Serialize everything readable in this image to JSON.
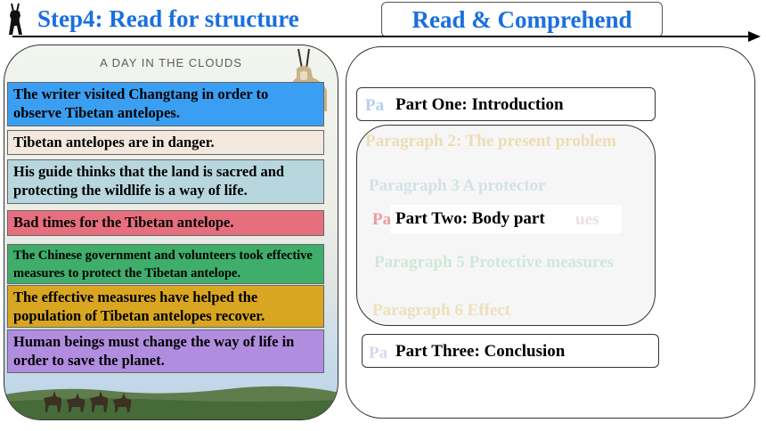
{
  "header": {
    "step_title": "Step4: Read for structure",
    "tab_title": "Read & Comprehend"
  },
  "article": {
    "heading": "A DAY IN THE CLOUDS"
  },
  "statements": [
    {
      "text": "The writer visited Changtang in order to observe Tibetan antelopes.",
      "color": "#3a9ff2"
    },
    {
      "text": "Tibetan antelopes are in danger.",
      "color": "#f3e8de"
    },
    {
      "text": "His guide thinks that the land is sacred and protecting the wildlife is a way of life.",
      "color": "#b8d6de"
    },
    {
      "text": "Bad times for the Tibetan antelope.",
      "color": "#e66f7e"
    },
    {
      "text": "The Chinese government and volunteers took effective measures to protect the Tibetan antelope.",
      "color": "#3fae6b"
    },
    {
      "text": "The effective measures have helped the population of Tibetan antelopes recover.",
      "color": "#d9a622"
    },
    {
      "text": "Human beings must change the way of life in order to save the planet.",
      "color": "#b18de0"
    }
  ],
  "paragraphs": [
    {
      "text": "Paragraph 2: The present problem",
      "color": "#eedcb5"
    },
    {
      "text": "Paragraph 3 A protector",
      "color": "#d3e2e5"
    },
    {
      "text": "Paragraph 5 Protective measures",
      "color": "#cfe8da"
    },
    {
      "text": "Paragraph 6 Effect",
      "color": "#eee0bc"
    }
  ],
  "paragraph_stubs": [
    {
      "text": "Pa",
      "color": "#b7ceee"
    },
    {
      "text": "Pa",
      "color": "#f09aa0"
    },
    {
      "text": "ues",
      "color": "#eedde6"
    },
    {
      "text": "Pa",
      "color": "#dfd2f2"
    }
  ],
  "parts": [
    {
      "label": "Part One: Introduction"
    },
    {
      "label": "Part Two: Body part"
    },
    {
      "label": "Part Three: Conclusion"
    }
  ]
}
